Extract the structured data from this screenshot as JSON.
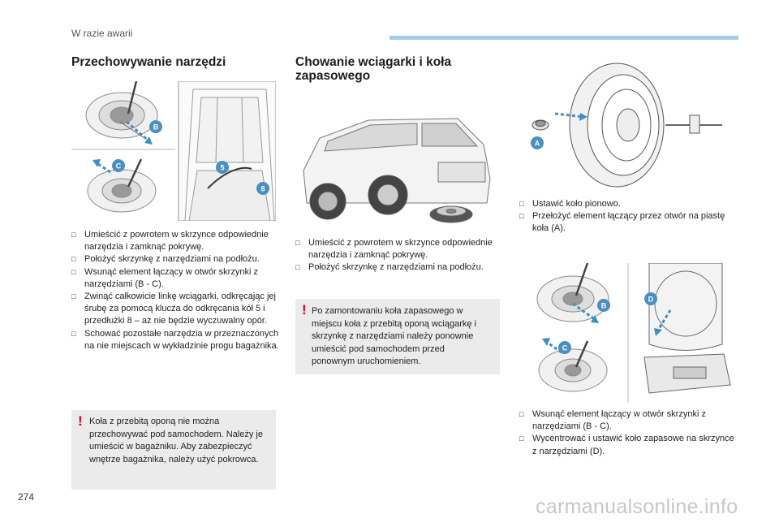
{
  "header": {
    "section": "W razie awarii"
  },
  "col1": {
    "title": "Przechowywanie narzędzi",
    "bullets": [
      "Umieścić z powrotem w skrzynce odpowiednie narzędzia i zamknąć pokrywę.",
      "Położyć skrzynkę z narzędziami na podłożu.",
      "Wsunąć element łączący w otwór skrzynki z narzędziami (B - C).",
      "Zwinąć całkowicie linkę wciągarki, odkręcając jej śrubę za pomocą klucza do odkręcania kół 5 i przedłużki 8 – aż nie będzie wyczuwalny opór.",
      "Schować pozostałe narzędzia w przeznaczonych na nie miejscach w wykładzinie progu bagażnika."
    ],
    "warning": "Koła z przebitą oponą nie można przechowywać pod samochodem. Należy je umieścić w bagażniku. Aby zabezpieczyć wnętrze bagażnika, należy użyć pokrowca.",
    "fig_labels": {
      "b": "B",
      "c": "C",
      "five": "5",
      "eight": "8"
    }
  },
  "col2": {
    "title": "Chowanie wciągarki i koła zapasowego",
    "bullets": [
      "Umieścić z powrotem w skrzynce odpowiednie narzędzia i zamknąć pokrywę.",
      "Położyć skrzynkę z narzędziami na podłożu."
    ],
    "warning": "Po zamontowaniu koła zapasowego w miejscu koła z przebitą oponą wciągarkę i skrzynkę z narzędziami należy ponownie umieścić pod samochodem przed ponownym uruchomieniem."
  },
  "col3": {
    "fig_labels": {
      "a": "A",
      "b": "B",
      "c": "C",
      "d": "D"
    },
    "bullets_top": [
      "Ustawić koło pionowo.",
      "Przełożyć element łączący przez otwór na piastę koła (A)."
    ],
    "bullets_bottom": [
      "Wsunąć element łączący w otwór skrzynki z narzędziami (B - C).",
      "Wycentrować i ustawić koło zapasowe na skrzynce z narzędziami (D)."
    ]
  },
  "footer": {
    "page_number": "274",
    "watermark": "carmanualsonline.info"
  },
  "colors": {
    "accent_bar": "#9ecde8",
    "label_circle": "#4a8fc0",
    "warning_mark": "#e2001a",
    "warning_bg": "#ebebeb"
  }
}
